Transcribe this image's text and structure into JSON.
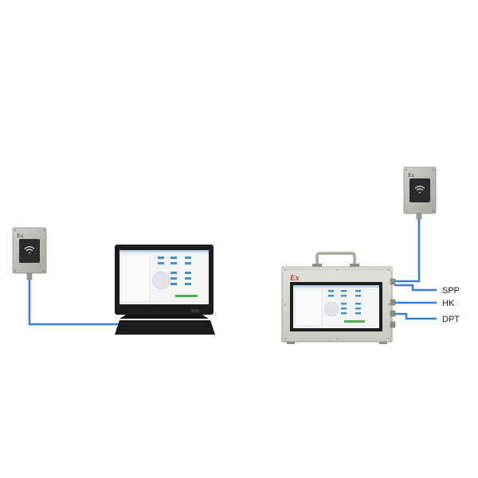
{
  "devices": {
    "left_reader": {
      "ex_mark": "Ex"
    },
    "right_reader": {
      "ex_mark": "Ex"
    },
    "host_case": {
      "ex_mark": "Ex"
    }
  },
  "ports": [
    {
      "label": "SPP"
    },
    {
      "label": "HK"
    },
    {
      "label": "DPT"
    }
  ],
  "colors": {
    "cable": "#3d7fd6",
    "steel": "#b9b8b2",
    "panel": "#dcdad5",
    "screen_bezel": "#1c1c1e",
    "ex_red": "#c8292a",
    "reader_face": "#2b2b2d"
  }
}
